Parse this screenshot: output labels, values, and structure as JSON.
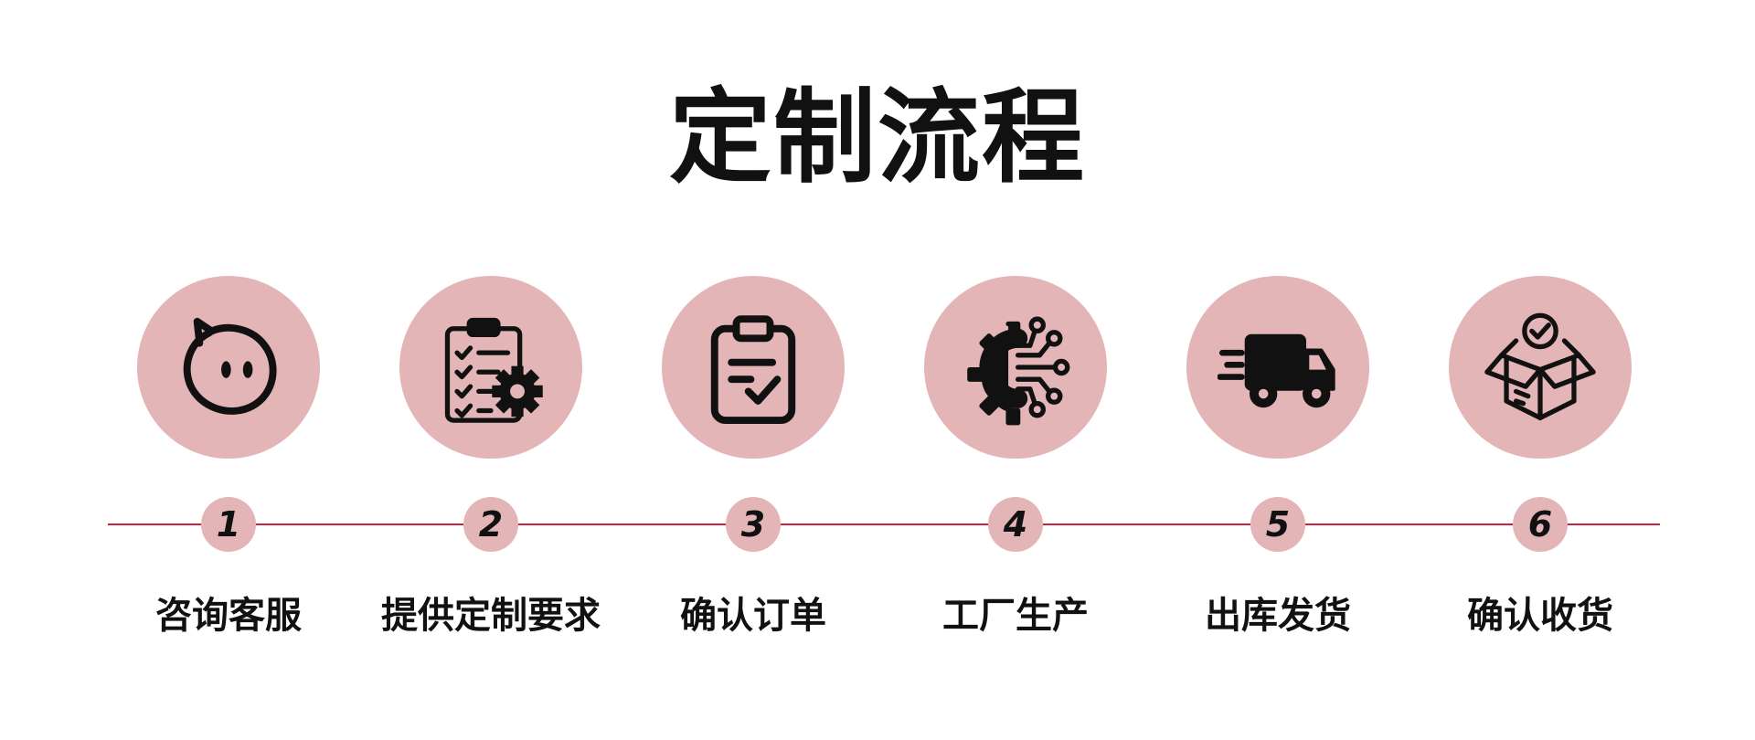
{
  "title": "定制流程",
  "colors": {
    "circle": "#e4b5b7",
    "line": "#c8243f",
    "ink": "#111111"
  },
  "steps": [
    {
      "number": "1",
      "label": "咨询客服",
      "icon": "chat-face-icon"
    },
    {
      "number": "2",
      "label": "提供定制要求",
      "icon": "clipboard-gear-icon"
    },
    {
      "number": "3",
      "label": "确认订单",
      "icon": "clipboard-check-icon"
    },
    {
      "number": "4",
      "label": "工厂生产",
      "icon": "gear-circuit-icon"
    },
    {
      "number": "5",
      "label": "出库发货",
      "icon": "delivery-truck-icon"
    },
    {
      "number": "6",
      "label": "确认收货",
      "icon": "open-box-check-icon"
    }
  ]
}
